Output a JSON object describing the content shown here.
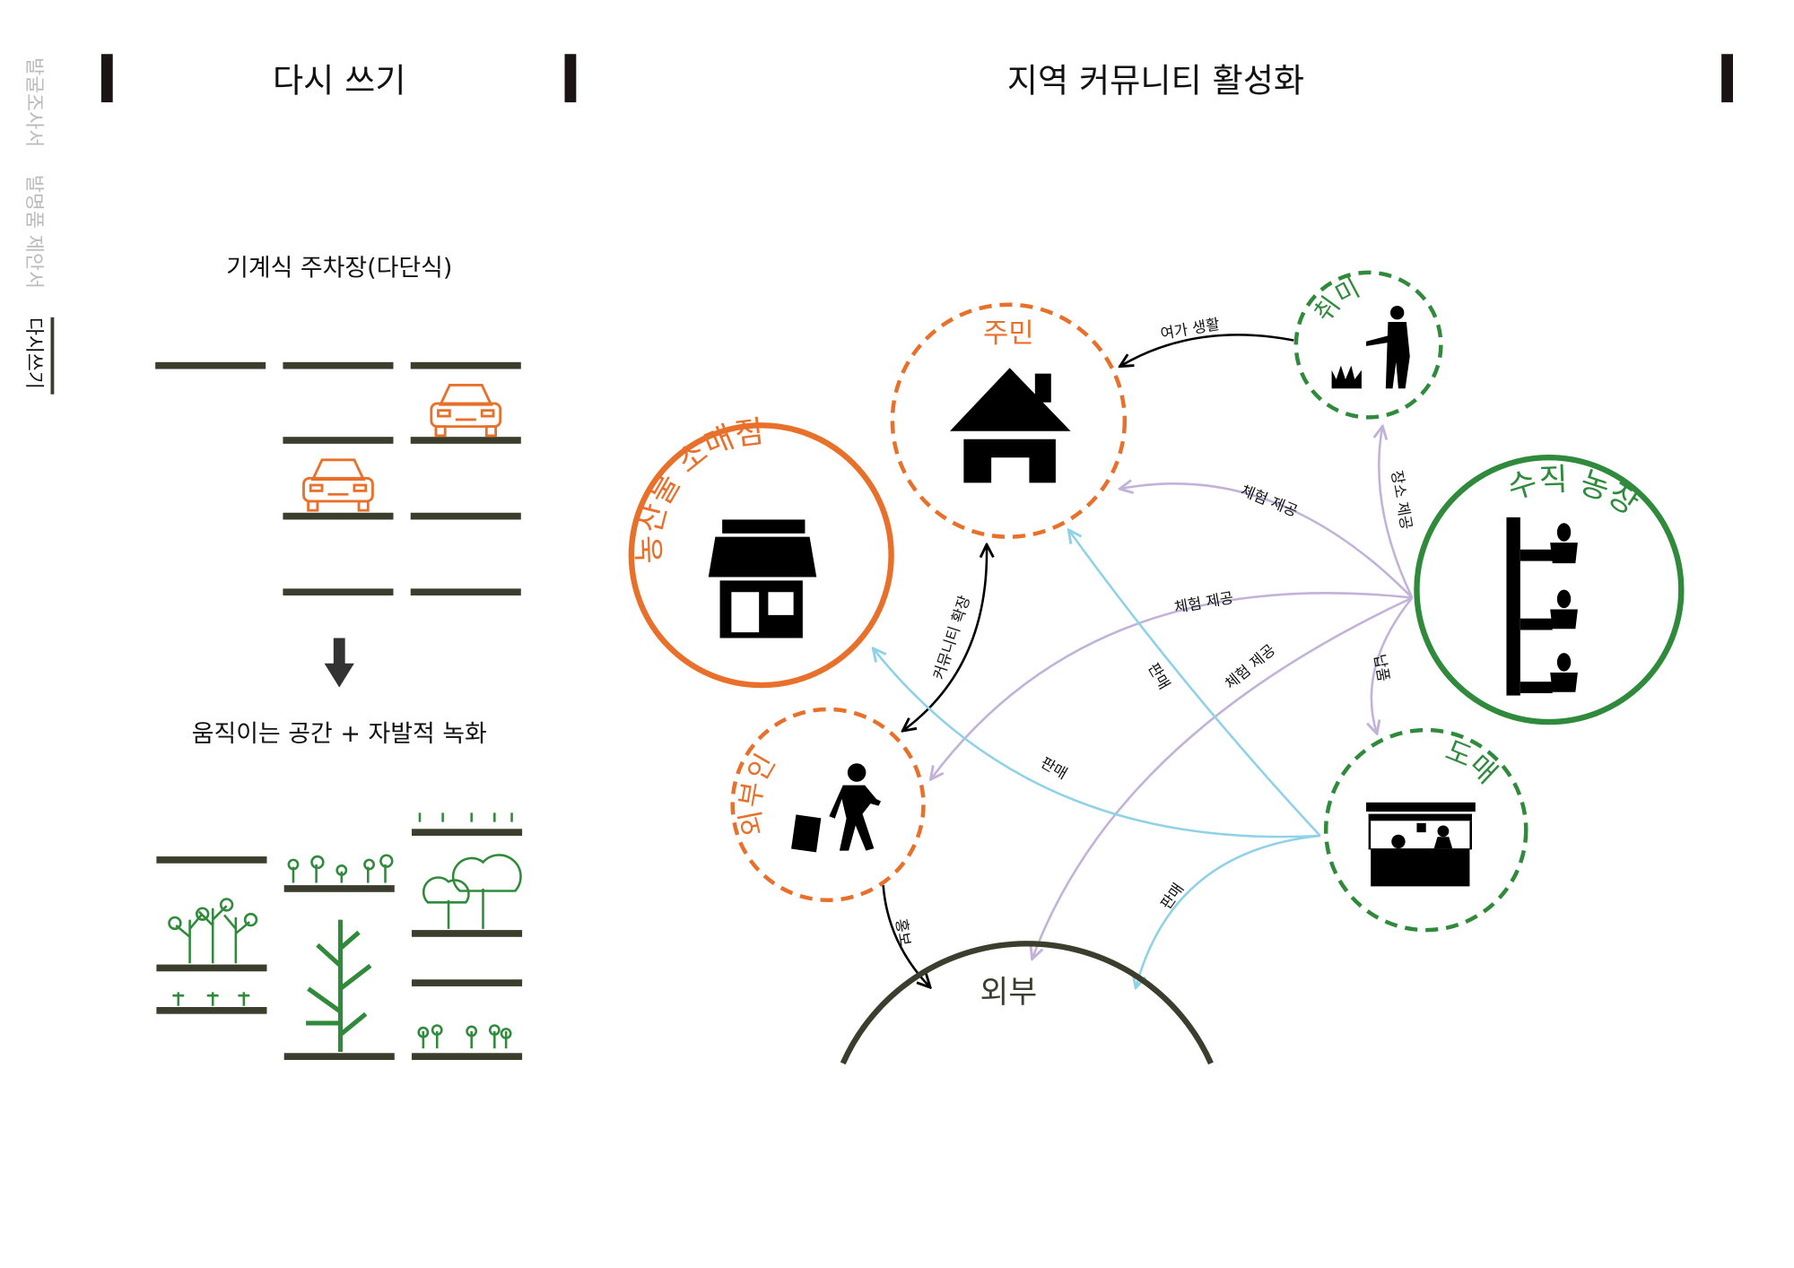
{
  "sidebar": {
    "items": [
      {
        "label": "발굴조사서",
        "active": false
      },
      {
        "label": "발명품 제안서",
        "active": false
      },
      {
        "label": "다시쓰기",
        "active": true
      }
    ]
  },
  "left_panel": {
    "title": "다시 쓰기",
    "before_label": "기계식 주차장(다단식)",
    "after_label": "움직이는 공간 + 자발적 녹화"
  },
  "right_panel": {
    "title": "지역 커뮤니티 활성화",
    "nodes": {
      "residents": "주민",
      "retail": "농산물 소매점",
      "hobby": "취미",
      "vertical_farm": "수직 농장",
      "visitors": "외부인",
      "wholesale": "도매",
      "outside": "외부"
    },
    "edges": {
      "leisure": "여가 생활",
      "place": "장소 제공",
      "exp1": "체험 제공",
      "exp2": "체험 제공",
      "exp3": "체험 제공",
      "supply": "납품",
      "community": "커뮤니티 확장",
      "sale1": "판매",
      "sale2": "판매",
      "sale3": "판매",
      "promo": "홍보"
    }
  },
  "colors": {
    "orange": "#e8702a",
    "green": "#2f8a3b",
    "purple": "#c2b2d9",
    "blue": "#8fd2e8",
    "dark": "#3b3e2c"
  }
}
